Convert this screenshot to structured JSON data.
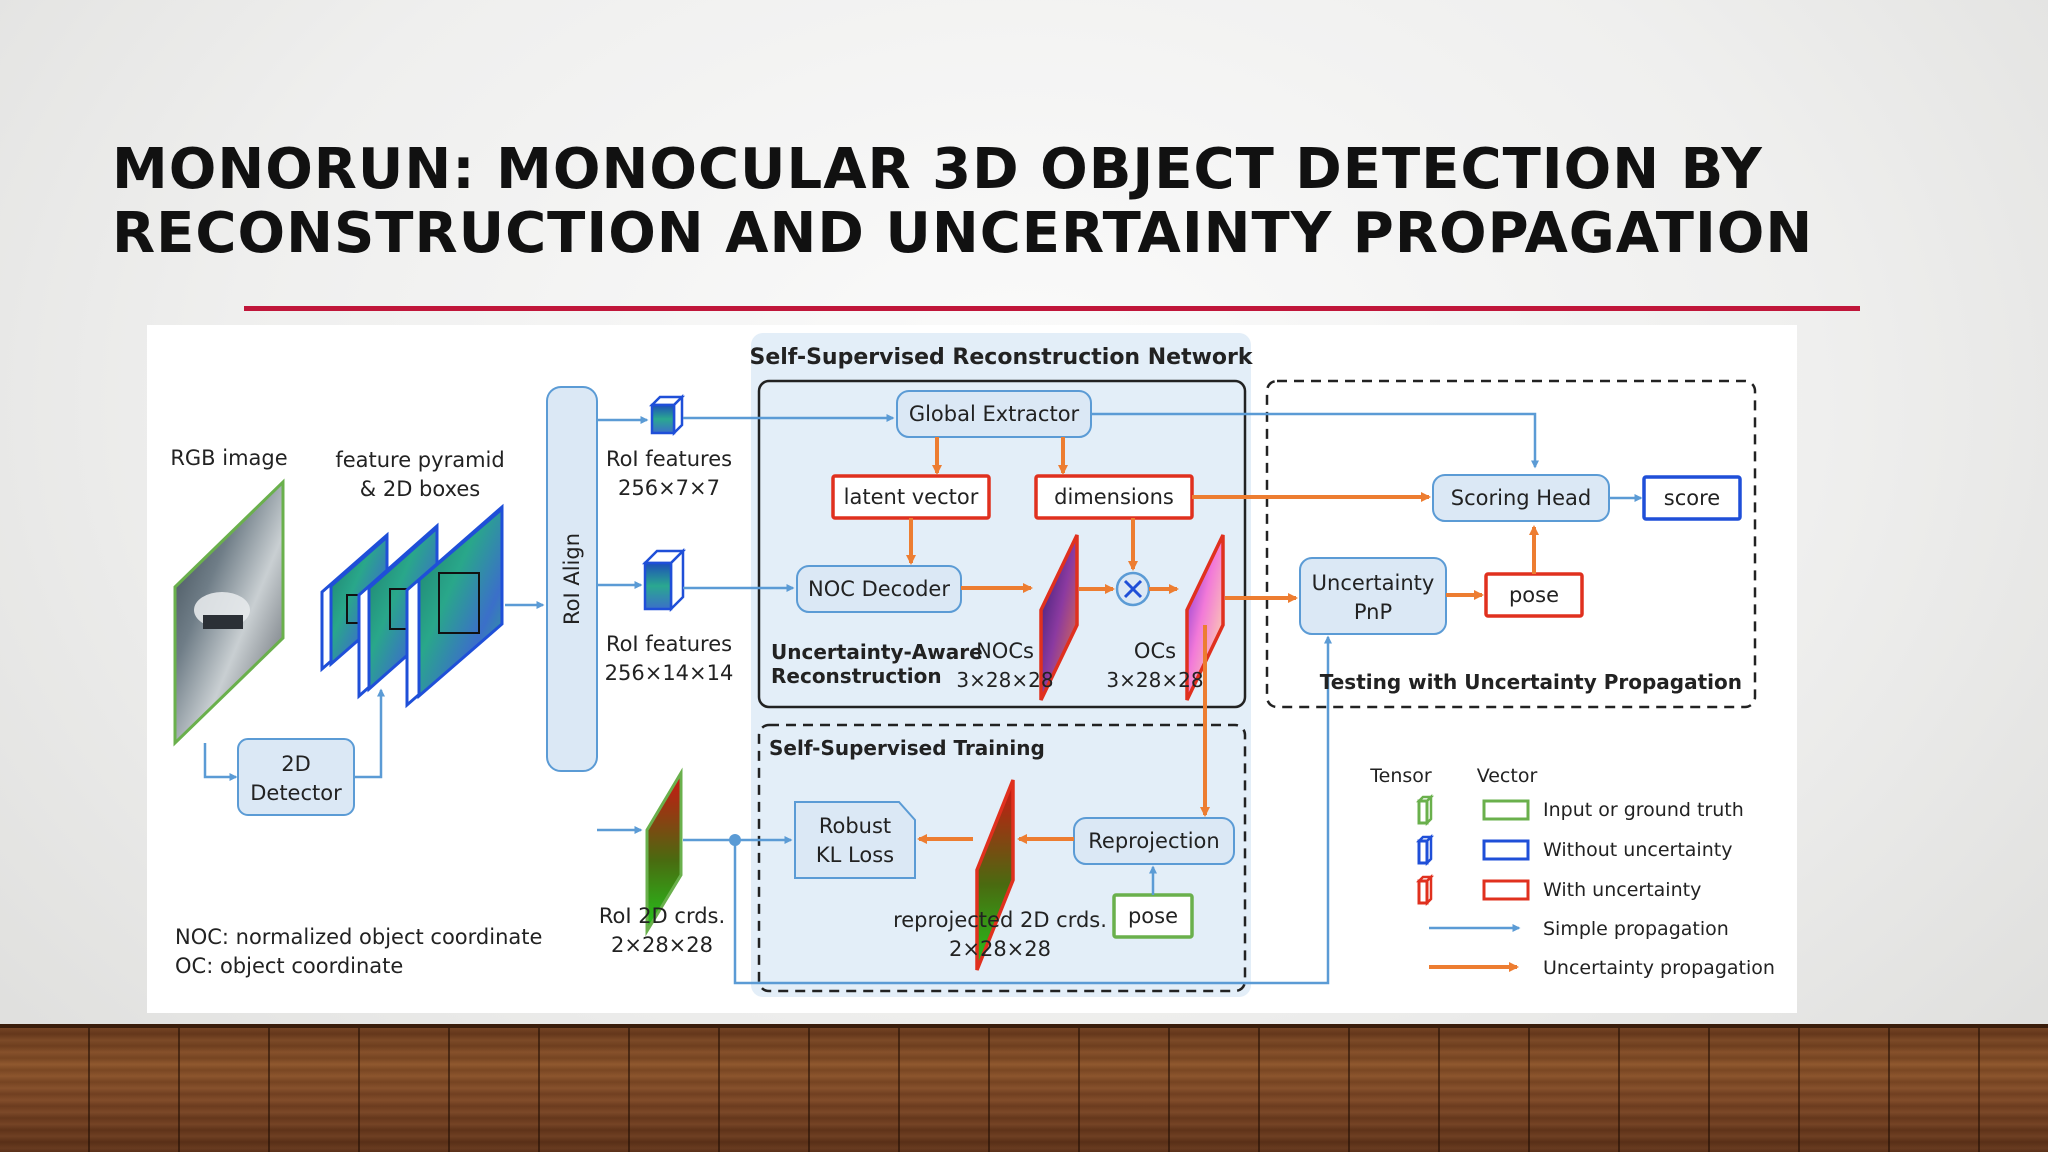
{
  "slide": {
    "title_line1": "MONORUN: MONOCULAR 3D OBJECT DETECTION BY",
    "title_line2": "RECONSTRUCTION AND UNCERTAINTY PROPAGATION"
  },
  "diagram": {
    "rgb_image": "RGB image",
    "feature_pyramid_l1": "feature pyramid",
    "feature_pyramid_l2": "& 2D boxes",
    "detector_l1": "2D",
    "detector_l2": "Detector",
    "roi_align": "RoI Align",
    "roi_feat_a": "RoI features",
    "roi_feat_a_dim": "256×7×7",
    "roi_feat_b": "RoI features",
    "roi_feat_b_dim": "256×14×14",
    "roi_crds": "RoI 2D crds.",
    "roi_crds_dim": "2×28×28",
    "ssrn_title": "Self-Supervised Reconstruction Network",
    "global_extractor": "Global Extractor",
    "latent_vector": "latent vector",
    "dimensions": "dimensions",
    "noc_decoder": "NOC Decoder",
    "uar_l1": "Uncertainty-Aware",
    "uar_l2": "Reconstruction",
    "nocs": "NOCs",
    "nocs_dim": "3×28×28",
    "ocs": "OCs",
    "ocs_dim": "3×28×28",
    "sst_title": "Self-Supervised Training",
    "robust_l1": "Robust",
    "robust_l2": "KL Loss",
    "reprojection": "Reprojection",
    "pose_train": "pose",
    "reprojected": "reprojected 2D crds.",
    "reprojected_dim": "2×28×28",
    "scoring_head": "Scoring Head",
    "score": "score",
    "uncertainty_pnp_l1": "Uncertainty",
    "uncertainty_pnp_l2": "PnP",
    "pose_test": "pose",
    "testing_title": "Testing with Uncertainty Propagation",
    "noc_note": "NOC: normalized object coordinate",
    "oc_note": "OC: object coordinate"
  },
  "legend": {
    "tensor": "Tensor",
    "vector": "Vector",
    "items": [
      {
        "label": "Input or ground truth",
        "color": "#6ab04c"
      },
      {
        "label": "Without uncertainty",
        "color": "#1f4fd8"
      },
      {
        "label": "With uncertainty",
        "color": "#e0301e"
      }
    ],
    "simple": "Simple propagation",
    "uncertainty": "Uncertainty propagation",
    "simple_color": "#5b9bd5",
    "uncertainty_color": "#ed7d31"
  }
}
